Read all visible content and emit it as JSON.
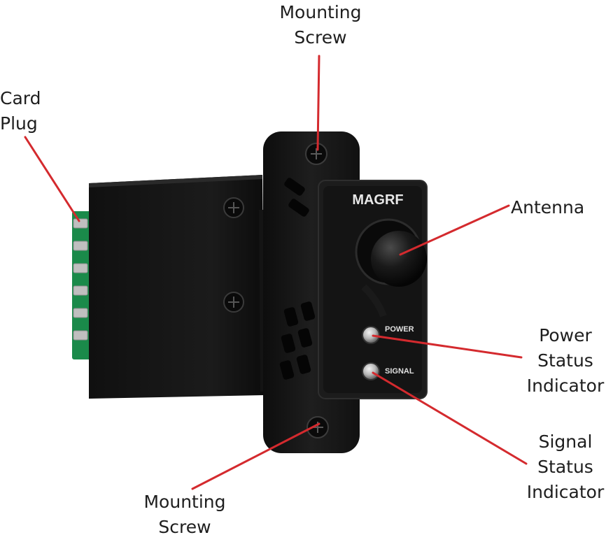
{
  "labels": {
    "top_screw": [
      "Mounting",
      "Screw"
    ],
    "card_plug": [
      "Card",
      "Plug"
    ],
    "antenna": [
      "Antenna"
    ],
    "power_indicator": [
      "Power",
      "Status",
      "Indicator"
    ],
    "signal_indicator": [
      "Signal",
      "Status",
      "Indicator"
    ],
    "bottom_screw": [
      "Mounting",
      "Screw"
    ]
  },
  "device": {
    "brand": "MAGRF",
    "power_text": "POWER",
    "signal_text": "SIGNAL"
  },
  "colors": {
    "callout_line": "#d42a2e",
    "device_body": "#151515",
    "faceplate": "#1c1c1c",
    "pcb": "#1a8a4a",
    "label_text": "#1e1e1e"
  }
}
